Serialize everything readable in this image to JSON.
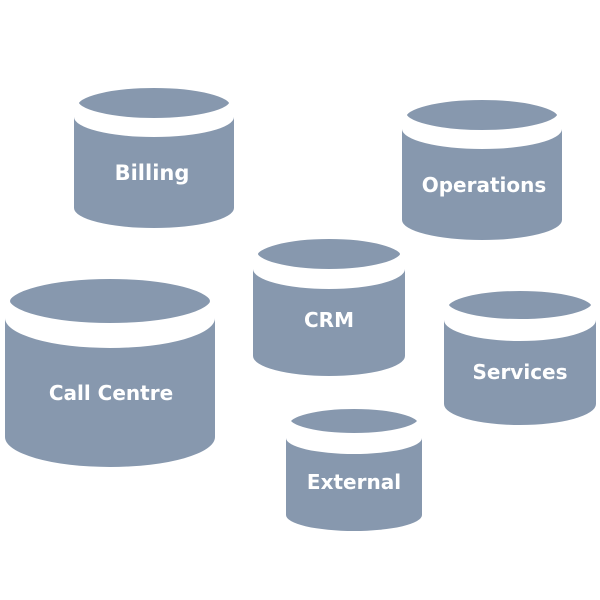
{
  "diagram": {
    "fill_color": "#8798ae",
    "gap_color": "#ffffff",
    "databases": [
      {
        "label": "Billing"
      },
      {
        "label": "Operations"
      },
      {
        "label": "CRM"
      },
      {
        "label": "Call Centre"
      },
      {
        "label": "Services"
      },
      {
        "label": "External"
      }
    ]
  }
}
